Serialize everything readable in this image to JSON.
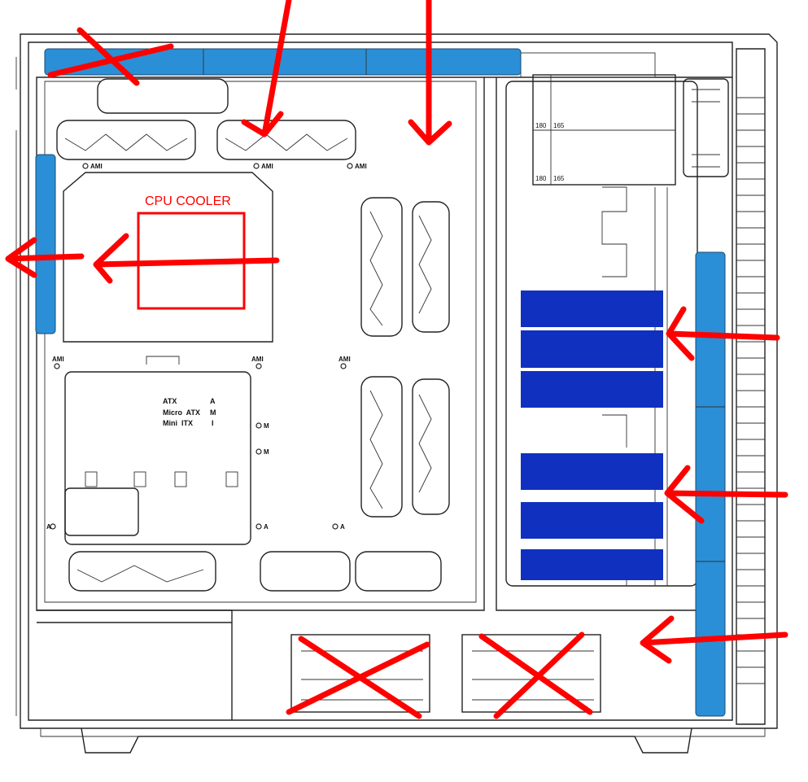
{
  "annotation": {
    "cpu_cooler_label": "CPU COOLER",
    "arrow_color": "#ff0000",
    "block_color": "#1030c0",
    "fan_color": "#2a8fd6"
  },
  "mount_labels": {
    "ami": "AMI",
    "m": "M",
    "a": "A"
  },
  "form_factor_table": [
    {
      "name": "ATX",
      "code": "A"
    },
    {
      "name": "Micro  ATX",
      "code": "M"
    },
    {
      "name": "Mini  ITX",
      "code": "I"
    }
  ],
  "drive_dimensions": {
    "a": "180",
    "b": "165"
  }
}
